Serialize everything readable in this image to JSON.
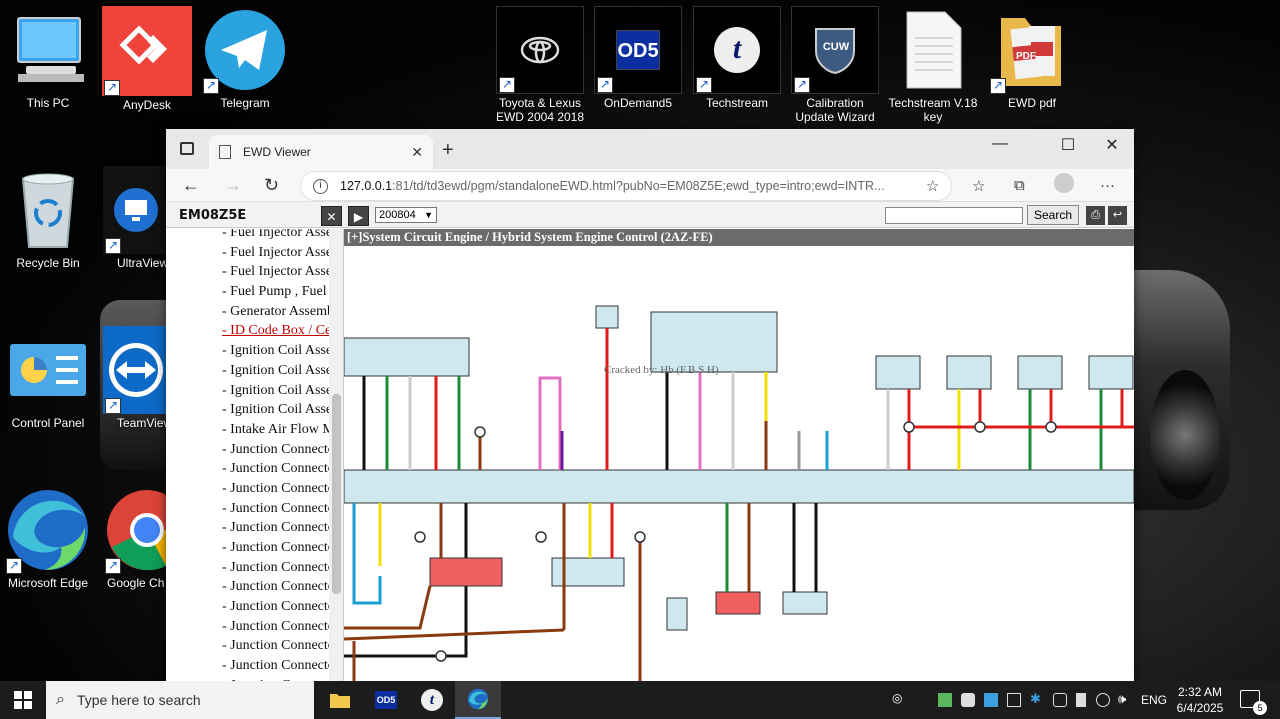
{
  "desktop_icons": [
    {
      "label": "This PC",
      "icon": "this-pc-icon"
    },
    {
      "label": "AnyDesk",
      "icon": "anydesk-icon"
    },
    {
      "label": "Telegram",
      "icon": "telegram-icon"
    },
    {
      "label": "Toyota & Lexus EWD 2004 2018",
      "icon": "toyota-logo-icon"
    },
    {
      "label": "OnDemand5",
      "icon": "od5-icon",
      "tile_text": "OD5"
    },
    {
      "label": "Techstream",
      "icon": "techstream-icon",
      "tile_text": "t"
    },
    {
      "label": "Calibration Update Wizard",
      "icon": "cuw-icon",
      "tile_text": "CUW"
    },
    {
      "label": "Techstream V.18 key",
      "icon": "document-icon"
    },
    {
      "label": "EWD pdf",
      "icon": "pdf-folder-icon",
      "tile_text": "PDF"
    },
    {
      "label": "Recycle Bin",
      "icon": "recycle-bin-icon"
    },
    {
      "label": "UltraViewer",
      "icon": "ultraviewer-icon"
    },
    {
      "label": "Control Panel",
      "icon": "control-panel-icon"
    },
    {
      "label": "TeamViewer",
      "icon": "teamviewer-icon"
    },
    {
      "label": "Microsoft Edge",
      "icon": "edge-icon"
    },
    {
      "label": "Google Chrome",
      "icon": "chrome-icon"
    }
  ],
  "browser": {
    "tab_title": "EWD Viewer",
    "url_host": "127.0.0.1",
    "url_path": ":81/td/td3ewd/pgm/standaloneEWD.html?pubNo=EM08Z5E;ewd_type=intro;ewd=INTR..."
  },
  "ewd": {
    "pub_no": "EM08Z5E",
    "close_glyph": "✕",
    "next_glyph": "▶",
    "date_select": "200804",
    "search_label": "Search",
    "diagram_title_prefix": "[+]",
    "diagram_title": "System Circuit  Engine / Hybrid System  Engine Control (2AZ-FE)",
    "watermark": "Cracked by: Hb (F.B.S.H)"
  },
  "sidebar_items": [
    "- Fuel Injector Assembly",
    "- Fuel Injector Assembly",
    "- Fuel Injector Assembly",
    "- Fuel Pump , Fuel Pump Resistor",
    "- Generator Assembly",
    "- ID Code Box / Certification ECU",
    "- Ignition Coil Assembly",
    "- Ignition Coil Assembly",
    "- Ignition Coil Assembly",
    "- Ignition Coil Assembly",
    "- Intake Air Flow Meter",
    "- Junction Connector",
    "- Junction Connector",
    "- Junction Connector",
    "- Junction Connector",
    "- Junction Connector",
    "- Junction Connector",
    "- Junction Connector",
    "- Junction Connector",
    "- Junction Connector",
    "- Junction Connector",
    "- Junction Connector",
    "- Junction Connector",
    "- Junction Connector"
  ],
  "sidebar_active_index": 5,
  "taskbar": {
    "search_placeholder": "Type here to search",
    "language": "ENG",
    "time": "2:32 AM",
    "date": "6/4/2025",
    "notification_count": "5"
  },
  "colors": {
    "wire_red": "#e01b1b",
    "wire_green": "#1c8a3a",
    "wire_yellow": "#f0e000",
    "wire_brown": "#8b3a10",
    "wire_blue": "#1aa0d0",
    "wire_pink": "#e070c0",
    "component_fill": "#cfe8f0",
    "highlight_fill": "#f06060",
    "header_gray": "#6b6b6b"
  }
}
